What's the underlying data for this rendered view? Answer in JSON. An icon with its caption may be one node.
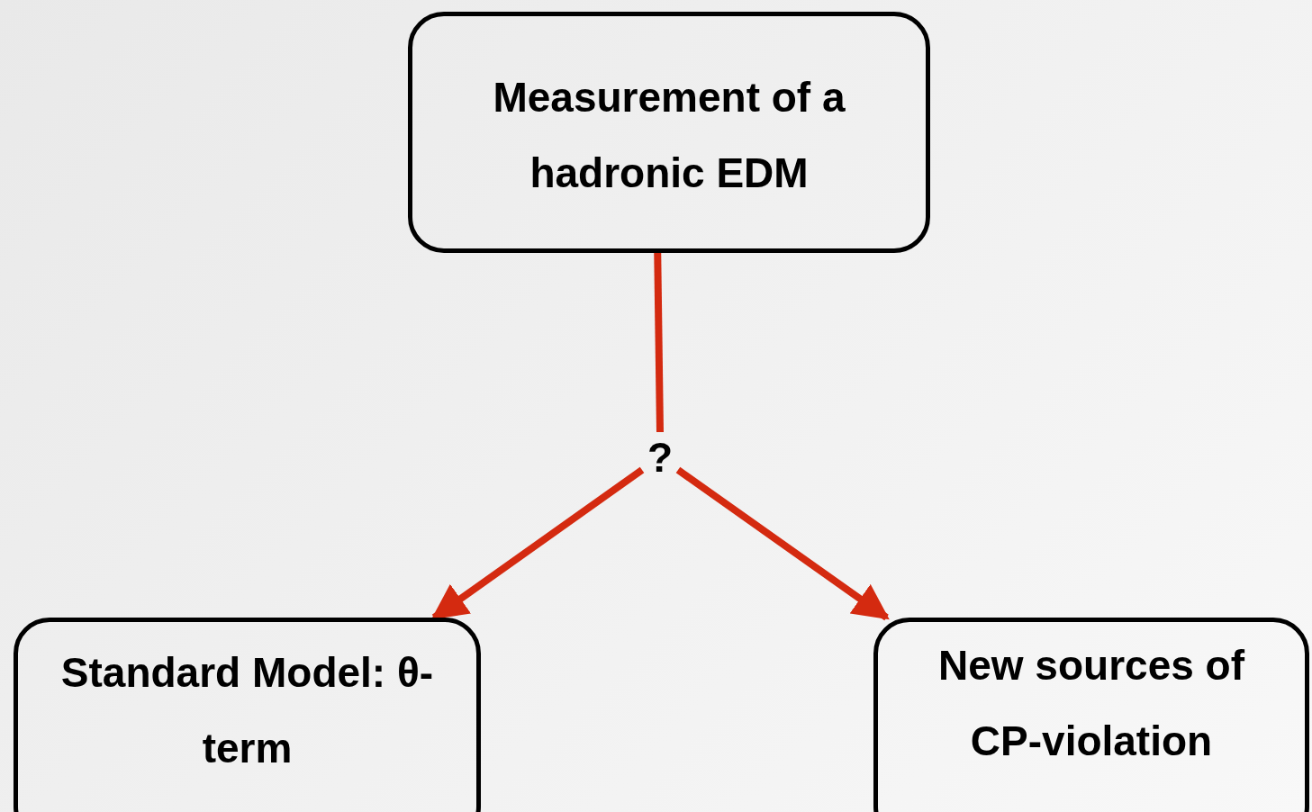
{
  "diagram": {
    "nodes": [
      {
        "text": [
          "Measurement of a hadronic EDM"
        ]
      },
      {
        "text": [
          "?"
        ]
      },
      {
        "text": [
          "Standard Model: θ-term"
        ]
      },
      {
        "text": [
          "New sources of CP-violation"
        ]
      }
    ],
    "edges": [
      {
        "from": 0,
        "to": 1,
        "arrow": "none"
      },
      {
        "from": 1,
        "to": 2,
        "arrow": "to"
      },
      {
        "from": 1,
        "to": 3,
        "arrow": "to"
      }
    ]
  }
}
